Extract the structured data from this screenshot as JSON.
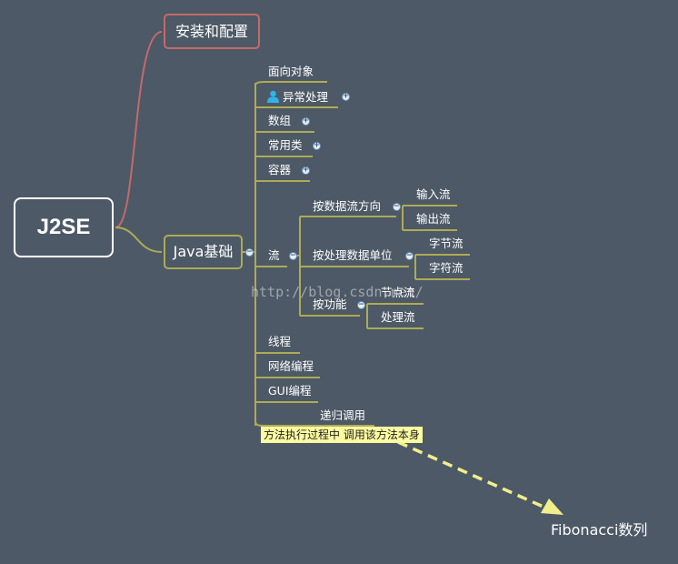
{
  "root": {
    "label": "J2SE"
  },
  "main_nodes": {
    "install": "安装和配置",
    "java_basics": "Java基础"
  },
  "java_basics_children": {
    "oop": "面向对象",
    "exception": "异常处理",
    "array": "数组",
    "common_classes": "常用类",
    "containers": "容器",
    "stream": "流",
    "thread": "线程",
    "network": "网络编程",
    "gui": "GUI编程",
    "recursion": "递归调用"
  },
  "stream_children": {
    "by_direction": "按数据流方向",
    "by_unit": "按处理数据单位",
    "by_function": "按功能"
  },
  "stream_leaves": {
    "input": "输入流",
    "output": "输出流",
    "byte": "字节流",
    "char": "字符流",
    "node": "节点流",
    "processing": "处理流"
  },
  "recursion_note": "方法执行过程中 调用该方法本身",
  "fibonacci": "Fibonacci数列",
  "watermark": "http://blog.csdn.net/",
  "colors": {
    "background": "#4d5966",
    "install_branch": "#c36a6a",
    "java_branch": "#aeab55",
    "note_fill": "#fdfba0",
    "arrow": "#f1ee8c"
  },
  "icons": {
    "exception_marker": "user-icon",
    "expand": "plus-icon",
    "collapse": "minus-icon"
  }
}
